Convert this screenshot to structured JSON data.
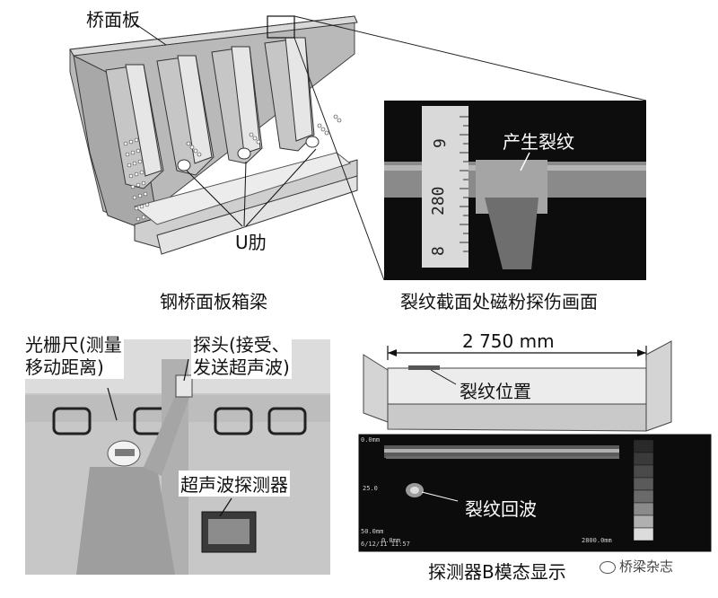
{
  "labels": {
    "deck_plate": "桥面板",
    "u_rib": "U肋",
    "box_girder_caption": "钢桥面板箱梁",
    "crack_generated": "产生裂纹",
    "mpi_caption": "裂纹截面处磁粉探伤画面",
    "grating_ruler": "光栅尺(测量\n移动距离)",
    "probe": "探头(接受、\n发送超声波)",
    "ultrasonic_detector": "超声波探测器",
    "dimension": "2 750 mm",
    "crack_position": "裂纹位置",
    "crack_echo": "裂纹回波",
    "bmode_caption": "探测器B模态显示",
    "watermark": "桥梁杂志"
  },
  "ruler_numbers": [
    "9",
    "280",
    "8"
  ],
  "scope_readouts": {
    "top_left": "0.0mm",
    "left_mid": "25.0",
    "left_bottom": "50.0mm",
    "bottom_left": "0.0mm",
    "bottom_right": "2800.0mm",
    "date": "6/12/11 11:57"
  },
  "colors": {
    "accent": "#000000",
    "background": "#ffffff"
  }
}
